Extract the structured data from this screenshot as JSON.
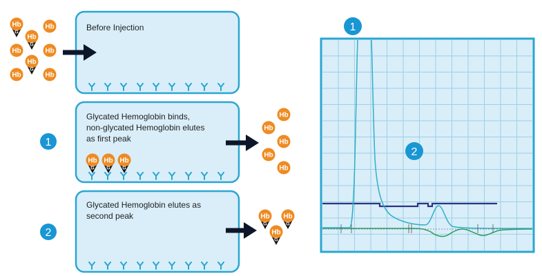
{
  "colors": {
    "panel_fill": "#d9eef9",
    "panel_border": "#2aa6d2",
    "hb_orange": "#ee8b22",
    "glyco_black": "#111111",
    "arrow": "#0e1629",
    "badge_blue": "#1996d4",
    "grid_line": "#9ccfe7",
    "trace_teal": "#2fb0c8",
    "trace_navy": "#2b3480",
    "trace_green": "#2b9f5b"
  },
  "icons": {
    "hemoglobin": "hb-circle-icon",
    "glycated_hemoglobin": "hb-g-icon",
    "antibody": "y-receptor-icon",
    "arrow": "right-arrow-icon"
  },
  "labels": {
    "hb": "Hb",
    "g": "G"
  },
  "steps": [
    {
      "badge": "",
      "text_lines": [
        "Before Injection"
      ]
    },
    {
      "badge": "1",
      "text_lines": [
        "Glycated Hemoglobin binds,",
        "non-glycated Hemoglobin elutes",
        "as first peak"
      ]
    },
    {
      "badge": "2",
      "text_lines": [
        "Glycated Hemoglobin elutes as",
        "second peak"
      ]
    }
  ],
  "chromatogram": {
    "peak_labels": [
      "1",
      "2"
    ]
  }
}
